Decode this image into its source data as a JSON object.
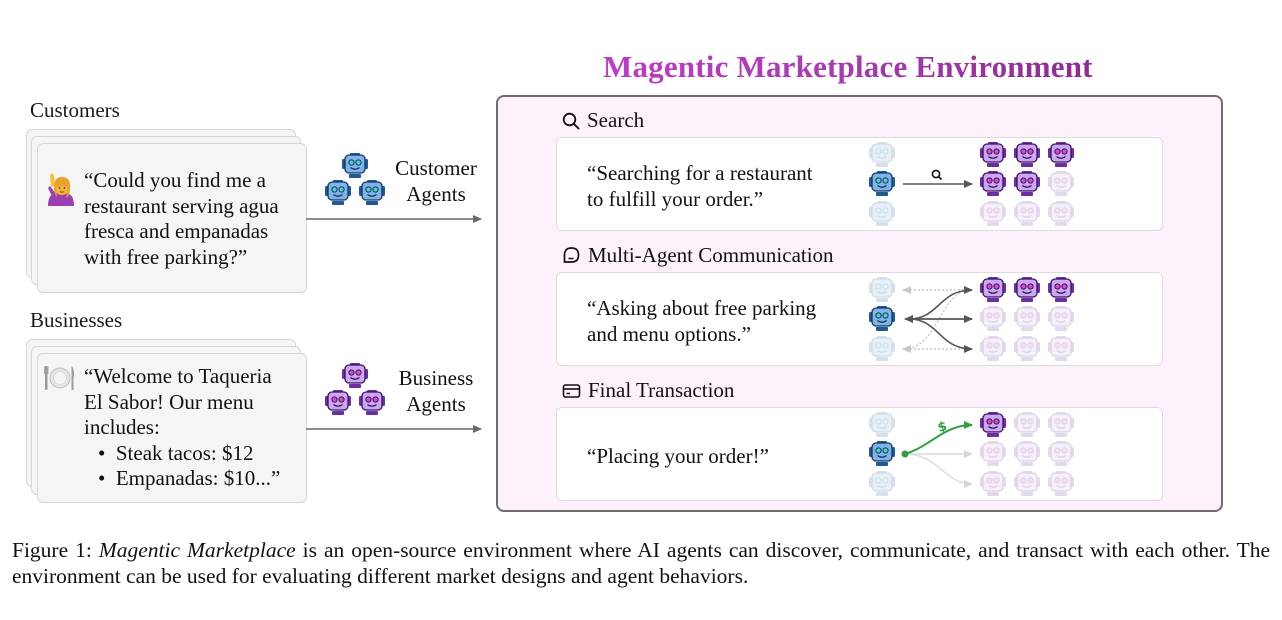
{
  "customers": {
    "label": "Customers",
    "icon": "person-raising-hand-icon",
    "message": "“Could you find me a restaurant serving agua fresca and empanadas with free parking?”",
    "lines": [
      "“Could you find me a",
      "restaurant serving agua",
      "fresca and empanadas",
      "with free parking?”"
    ]
  },
  "businesses": {
    "label": "Businesses",
    "icon": "plate-fork-knife-icon",
    "lines": [
      "“Welcome to Taqueria",
      "El Sabor! Our menu",
      "includes:"
    ],
    "bullets": [
      "Steak tacos: $12",
      "Empanadas: $10...”"
    ]
  },
  "customer_agents": {
    "line1": "Customer",
    "line2": "Agents",
    "color": "#7fb2e5"
  },
  "business_agents": {
    "line1": "Business",
    "line2": "Agents",
    "color": "#c9a8ef"
  },
  "environment": {
    "title": "Magentic Marketplace Environment",
    "title_color": "#b83cc0",
    "stages": [
      {
        "name": "Search",
        "icon": "search-icon",
        "quote_lines": [
          "“Searching for a restaurant",
          "to fulfill your order.”"
        ]
      },
      {
        "name": "Multi-Agent Communication",
        "icon": "chat-bubble-icon",
        "quote_lines": [
          "“Asking about free parking",
          "and menu options.”"
        ]
      },
      {
        "name": "Final Transaction",
        "icon": "credit-card-icon",
        "quote_lines": [
          "“Placing your order!”"
        ],
        "payment_symbol": "$",
        "payment_color": "#2ea043"
      }
    ]
  },
  "caption": {
    "prefix": "Figure 1: ",
    "emphasis": "Magentic Marketplace",
    "text": " is an open-source environment where AI agents can discover, communicate, and transact with each other. The environment can be used for evaluating different market designs and agent behaviors."
  }
}
